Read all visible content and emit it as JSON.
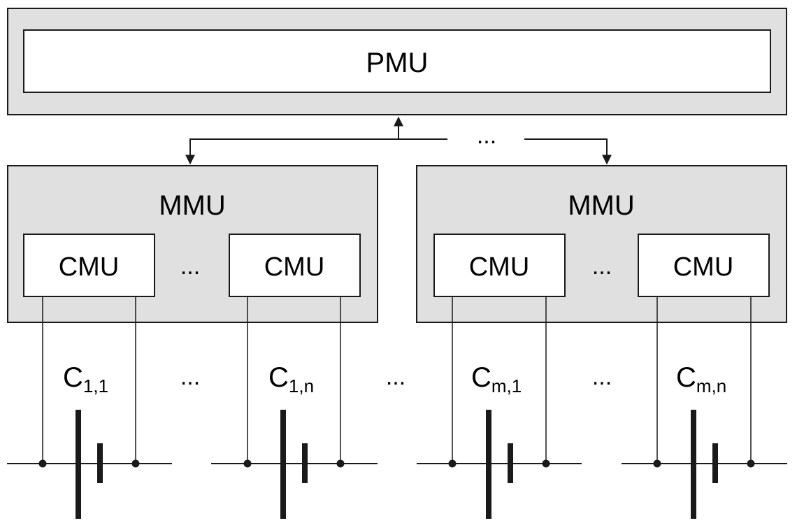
{
  "colors": {
    "background": "#ffffff",
    "box_fill_gray": "#e0e0e0",
    "box_fill_white": "#ffffff",
    "stroke": "#1a1a1a"
  },
  "pmu": {
    "label": "PMU"
  },
  "bus": {
    "ellipsis": "..."
  },
  "modules": [
    {
      "label": "MMU",
      "cmus": [
        "CMU",
        "CMU"
      ],
      "cmu_ellipsis": "...",
      "cells": [
        {
          "base": "C",
          "sub": "1,1"
        },
        {
          "base": "C",
          "sub": "1,n"
        }
      ],
      "cell_ellipsis": "..."
    },
    {
      "label": "MMU",
      "cmus": [
        "CMU",
        "CMU"
      ],
      "cmu_ellipsis": "...",
      "cells": [
        {
          "base": "C",
          "sub": "m,1"
        },
        {
          "base": "C",
          "sub": "m,n"
        }
      ],
      "cell_ellipsis": "..."
    }
  ],
  "between_modules_ellipsis": "..."
}
